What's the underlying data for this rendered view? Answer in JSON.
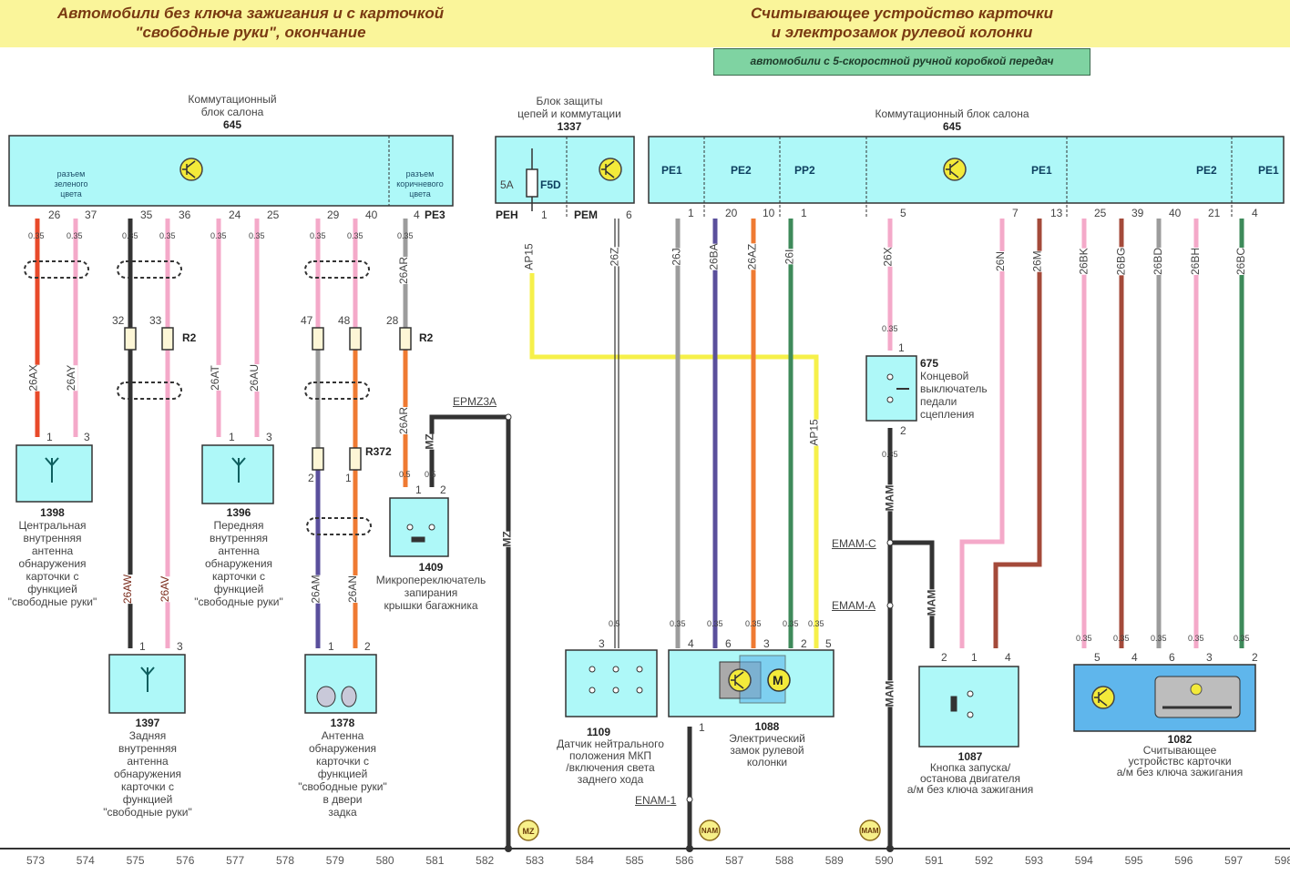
{
  "header": {
    "left_title_line1": "Автомобили без ключа зажигания и с карточкой",
    "left_title_line2": "\"свободные руки\", окончание",
    "right_title_line1": "Считывающее устройство карточки",
    "right_title_line2": "и электрозамок рулевой колонки",
    "variant_banner": "автомобили с 5-скоростной ручной коробкой передач"
  },
  "colors": {
    "header_bg": "#faf59a",
    "block_bg": "#aef8f8",
    "card_reader_bg": "#5fb6ec",
    "wire_red": "#e84a2a",
    "wire_pink": "#f4a9c9",
    "wire_black": "#333333",
    "wire_grey": "#9c9c9c",
    "wire_orange": "#ef7a32",
    "wire_violet": "#5a4f9c",
    "wire_green": "#3e8a5a",
    "wire_brown": "#a44a3a",
    "wire_yellow": "#f6f04a"
  },
  "blocks": {
    "b645_left": {
      "name_line1": "Коммутационный",
      "name_line2": "блок салона",
      "id": "645",
      "zone_green": "разъем зеленого цвета",
      "zone_brown": "разъем коричневого цвета",
      "connector": "PE3"
    },
    "b1337": {
      "name_line1": "Блок защиты",
      "name_line2": "цепей и коммутации",
      "id": "1337",
      "fuse_rating": "5A",
      "fuse_id": "F5D",
      "conn_left": "PEH",
      "conn_right": "PEM"
    },
    "b645_right": {
      "name": "Коммутационный блок салона",
      "id": "645",
      "zones": [
        "PE1",
        "PE2",
        "PP2",
        "PE1",
        "PE2",
        "PE1"
      ]
    }
  },
  "pins_645_left": [
    "26",
    "37",
    "35",
    "36",
    "24",
    "25",
    "29",
    "40",
    "4"
  ],
  "pins_1337": [
    "1",
    "6"
  ],
  "pins_645_right": [
    "1",
    "20",
    "10",
    "1",
    "5",
    "7",
    "13",
    "25",
    "39",
    "40",
    "21",
    "4"
  ],
  "wires": [
    {
      "code": "26AX",
      "section": "0.35",
      "color": "red"
    },
    {
      "code": "26AY",
      "section": "0.35",
      "color": "pink"
    },
    {
      "code": "26AW",
      "section": "0.35",
      "color": "black"
    },
    {
      "code": "26AV",
      "section": "0.35",
      "color": "pink"
    },
    {
      "code": "26AT",
      "section": "0.35",
      "color": "pink"
    },
    {
      "code": "26AU",
      "section": "0.35",
      "color": "pink"
    },
    {
      "code": "26AM",
      "section": "0.35",
      "color": "violet"
    },
    {
      "code": "26AN",
      "section": "0.35",
      "color": "orange"
    },
    {
      "code": "26AR",
      "section": "0.35",
      "color": "grey/orange"
    },
    {
      "code": "MZ",
      "section": "0.5",
      "color": "black"
    },
    {
      "code": "AP15",
      "section": "0.35",
      "color": "yellow"
    },
    {
      "code": "26Z",
      "section": "0.5",
      "color": "black"
    },
    {
      "code": "26J",
      "section": "0.35",
      "color": "grey"
    },
    {
      "code": "26BA",
      "section": "0.35",
      "color": "violet"
    },
    {
      "code": "26AZ",
      "section": "0.35",
      "color": "orange"
    },
    {
      "code": "26I",
      "section": "0.35",
      "color": "green"
    },
    {
      "code": "26X",
      "section": "0.35",
      "color": "pink"
    },
    {
      "code": "MAM",
      "section": "0.35",
      "color": "black"
    },
    {
      "code": "26N",
      "section": "0.35",
      "color": "pink"
    },
    {
      "code": "26M",
      "section": "0.35",
      "color": "brown"
    },
    {
      "code": "26BK",
      "section": "0.35",
      "color": "pink"
    },
    {
      "code": "26BG",
      "section": "0.35",
      "color": "brown"
    },
    {
      "code": "26BD",
      "section": "0.35",
      "color": "grey"
    },
    {
      "code": "26BH",
      "section": "0.35",
      "color": "pink"
    },
    {
      "code": "26BC",
      "section": "0.35",
      "color": "green"
    }
  ],
  "connectors": {
    "r2_pins": [
      "32",
      "33",
      "28"
    ],
    "r2_label": "R2",
    "r2b_pins": [
      "47",
      "48"
    ],
    "r372_label": "R372",
    "r372_pins": [
      "2",
      "1"
    ]
  },
  "splices": {
    "epmz3a": "EPMZ3A",
    "emam_c": "EMAM-C",
    "emam_a": "EMAM-A",
    "enam_1": "ENAM-1"
  },
  "grounds": [
    "MZ",
    "NAM",
    "MAM"
  ],
  "components": {
    "c1398": {
      "id": "1398",
      "desc": [
        "Центральная",
        "внутренняя",
        "антенна",
        "обнаружения",
        "карточки с",
        "функцией",
        "\"свободные руки\""
      ],
      "pins": [
        "1",
        "3"
      ]
    },
    "c1396": {
      "id": "1396",
      "desc": [
        "Передняя",
        "внутренняя",
        "антенна",
        "обнаружения",
        "карточки с",
        "функцией",
        "\"свободные руки\""
      ],
      "pins": [
        "1",
        "3"
      ]
    },
    "c1397": {
      "id": "1397",
      "desc": [
        "Задняя",
        "внутренняя",
        "антенна",
        "обнаружения",
        "карточки с",
        "функцией",
        "\"свободные руки\""
      ],
      "pins": [
        "1",
        "3"
      ]
    },
    "c1378": {
      "id": "1378",
      "desc": [
        "Антенна",
        "обнаружения",
        "карточки с",
        "функцией",
        "\"свободные руки\"",
        "в двери",
        "задка"
      ],
      "pins": [
        "1",
        "2"
      ]
    },
    "c1409": {
      "id": "1409",
      "desc": [
        "Микропереключатель",
        "запирания",
        "крышки багажника"
      ],
      "pins": [
        "1",
        "2"
      ],
      "sections": [
        "0.5",
        "0.5"
      ]
    },
    "c1109": {
      "id": "1109",
      "desc": [
        "Датчик нейтрального",
        "положения МКП",
        "/включения  света",
        "заднего хода"
      ],
      "pins": [
        "3"
      ]
    },
    "c1088": {
      "id": "1088",
      "desc": [
        "Электрический",
        "замок рулевой",
        "колонки"
      ],
      "pins": [
        "4",
        "6",
        "3",
        "2",
        "5",
        "1"
      ],
      "motor_label": "M"
    },
    "c675": {
      "id": "675",
      "desc": [
        "Концевой",
        "выключатель",
        "педали",
        "сцепления"
      ],
      "pins": [
        "1",
        "2"
      ]
    },
    "c1087": {
      "id": "1087",
      "desc": [
        "Кнопка запуска/",
        "останова двигателя",
        "а/м без ключа зажигания"
      ],
      "pins": [
        "2",
        "1",
        "4"
      ]
    },
    "c1082": {
      "id": "1082",
      "desc": [
        "Считывающее",
        "устройствс карточки",
        "а/м без ключа зажигания"
      ],
      "pins": [
        "5",
        "4",
        "6",
        "3",
        "2"
      ]
    }
  },
  "grid_axis": [
    "573",
    "574",
    "575",
    "576",
    "577",
    "578",
    "579",
    "580",
    "581",
    "582",
    "583",
    "584",
    "585",
    "586",
    "587",
    "588",
    "589",
    "590",
    "591",
    "592",
    "593",
    "594",
    "595",
    "596",
    "597",
    "598"
  ]
}
